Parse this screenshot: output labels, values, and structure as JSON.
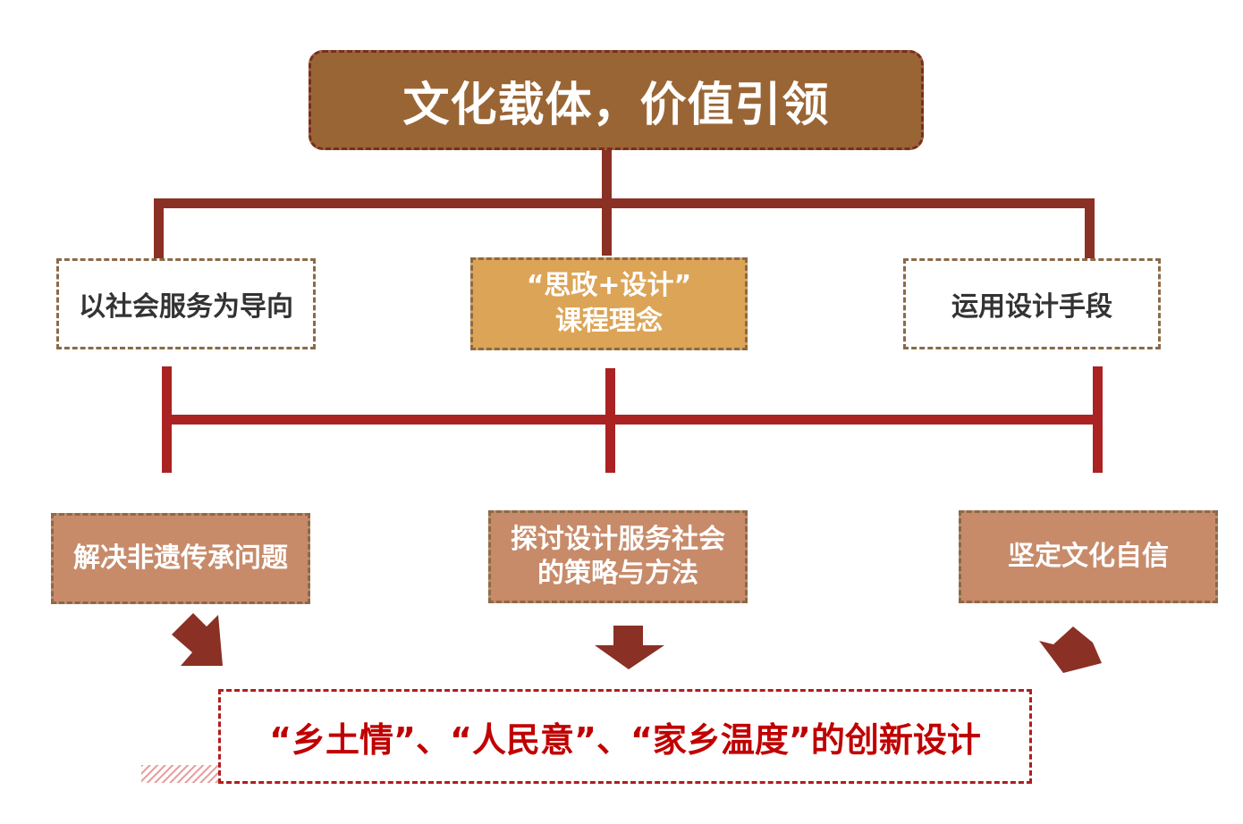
{
  "title": "文化载体，价值引领",
  "nodes": {
    "left": "以社会服务为导向",
    "center": "“思政+设计”\n课程理念",
    "right": "运用设计手段"
  },
  "results": {
    "left": "解决非遗传承问题",
    "center": "探讨设计服务社会\n的策略与方法",
    "right": "坚定文化自信"
  },
  "outcome": "“乡土情”、“人民意”、“家乡温度”的创新设计",
  "colors": {
    "title_fill": "#9a6535",
    "connector": "#8b3024",
    "concept_fill": "#dca457",
    "result_fill": "#c78b6a",
    "outcome_text": "#c00000"
  }
}
